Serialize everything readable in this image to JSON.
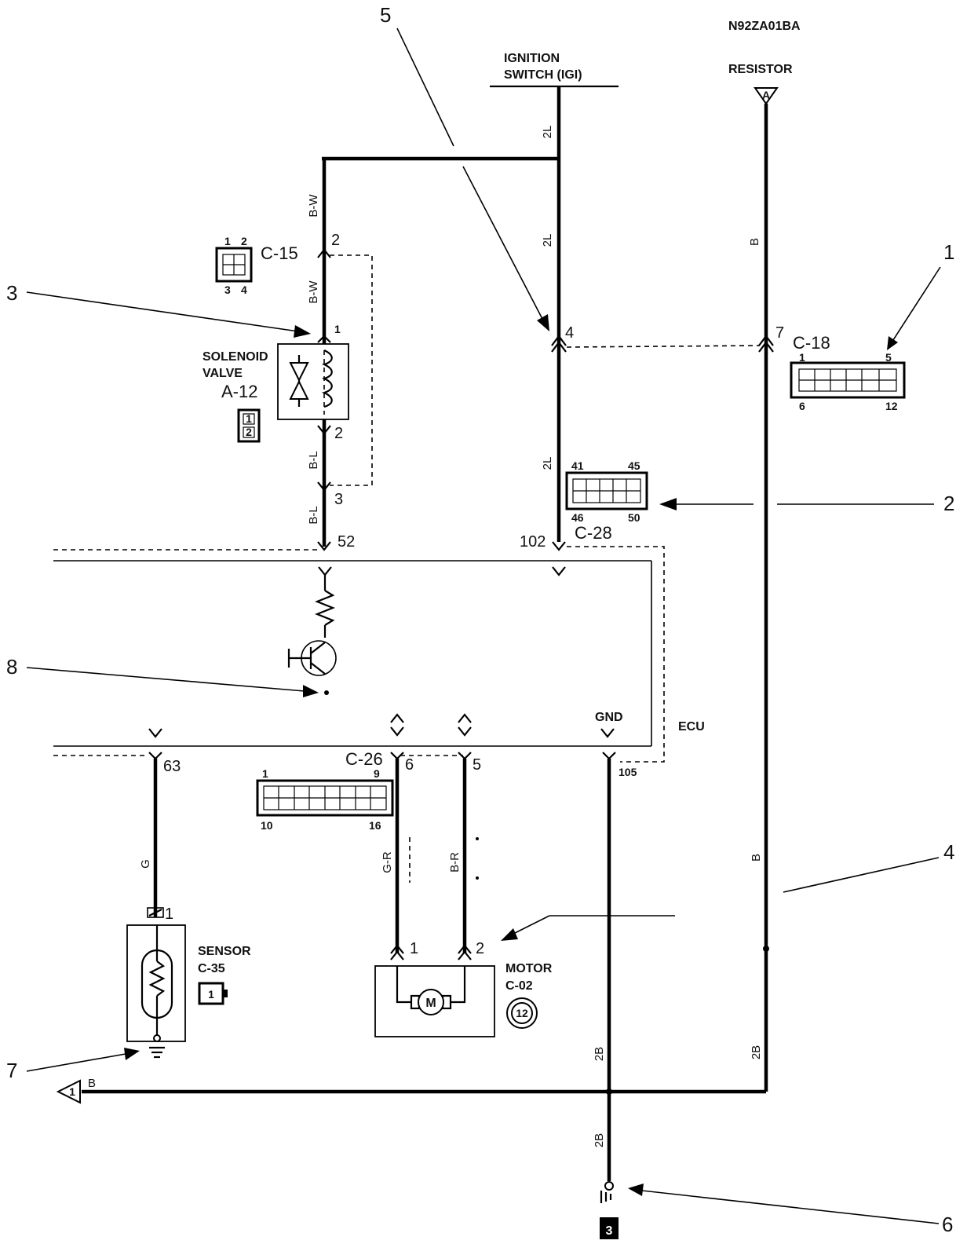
{
  "diagram_code": "N92ZA01BA",
  "ignition_switch": {
    "line1": "IGNITION",
    "line2": "SWITCH (IGI)"
  },
  "resistor": {
    "label": "RESISTOR",
    "terminal": "A"
  },
  "ecu_label": "ECU",
  "gnd_label": "GND",
  "solenoid": {
    "line1": "SOLENOID",
    "line2": "VALVE",
    "code": "A-12",
    "pin_top": "1",
    "pin_bottom": "2",
    "conn_pins": [
      "1",
      "2"
    ]
  },
  "sensor": {
    "label": "SENSOR",
    "code": "C-35",
    "pin": "1",
    "conn_pin": "1"
  },
  "motor": {
    "label": "MOTOR",
    "code": "C-02",
    "pin_left": "1",
    "pin_right": "2",
    "badge": "12"
  },
  "connectors": {
    "c15": {
      "code": "C-15",
      "pins": [
        "1",
        "2",
        "3",
        "4"
      ]
    },
    "c18": {
      "code": "C-18",
      "pin_tl": "1",
      "pin_tr": "5",
      "pin_bl": "6",
      "pin_br": "12"
    },
    "c28": {
      "code": "C-28",
      "pin_tl": "41",
      "pin_tr": "45",
      "pin_bl": "46",
      "pin_br": "50"
    },
    "c26": {
      "code": "C-26",
      "pin_tl": "1",
      "pin_tr": "9",
      "pin_bl": "10",
      "pin_br": "16"
    }
  },
  "pins": {
    "c15_top": "2",
    "c15_bottom": "3",
    "ecu_52": "52",
    "ecu_102": "102",
    "c18_7": "7",
    "ign_4": "4",
    "ecu_63": "63",
    "c26_6": "6",
    "c26_5": "5",
    "ecu_105": "105"
  },
  "wire_colors": {
    "ign_top": "2L",
    "ign_mid": "2L",
    "ign_low": "2L",
    "bw_top": "B-W",
    "bw_low": "B-W",
    "bl_top": "B-L",
    "bl_low": "B-L",
    "resistor_top": "B",
    "resistor_low": "B",
    "resistor_bottom": "2B",
    "sensor": "G",
    "motor_left": "G-R",
    "motor_right": "B-R",
    "gnd_upper": "2B",
    "gnd_lower": "2B",
    "arrow_left": "B"
  },
  "ground_badge": "3",
  "callouts": [
    "1",
    "2",
    "3",
    "4",
    "5",
    "6",
    "7",
    "8"
  ]
}
